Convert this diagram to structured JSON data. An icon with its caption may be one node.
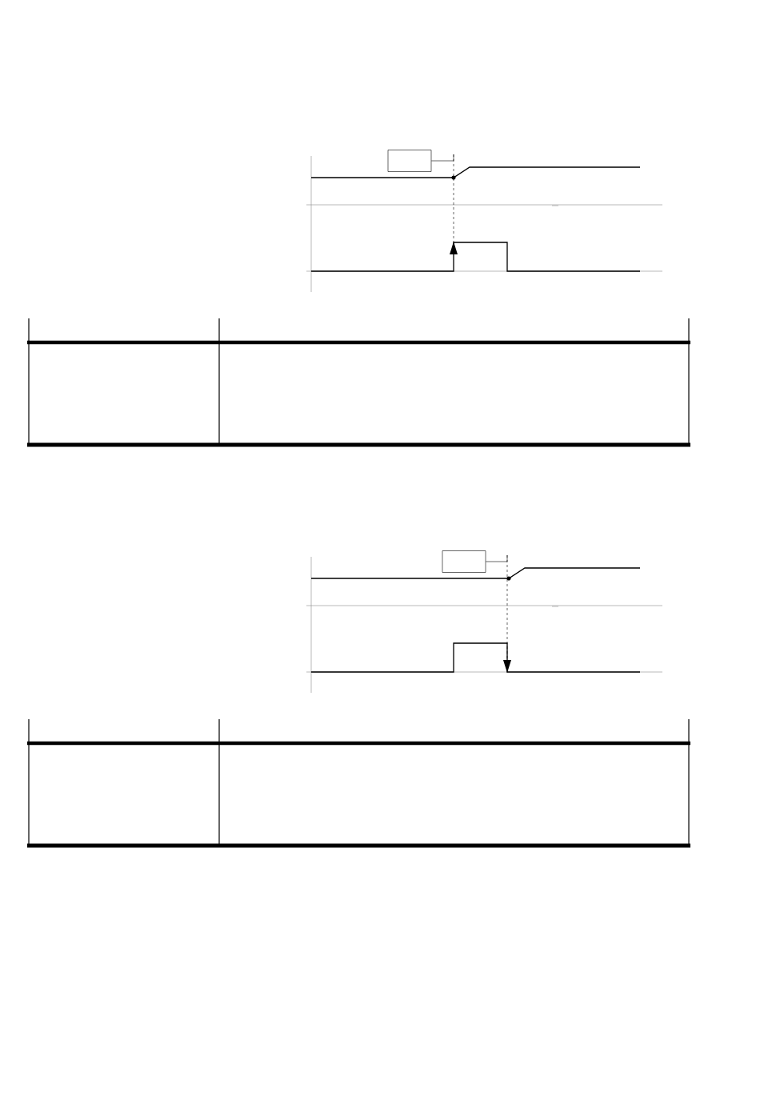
{
  "diagram": {
    "nodes": [
      {
        "text": [],
        "shape": "box"
      },
      {
        "text": [],
        "shape": "box"
      }
    ],
    "edges": [
      {
        "from": 0,
        "to": null,
        "arrow": "none"
      },
      {
        "from": 1,
        "to": null,
        "arrow": "none"
      }
    ]
  }
}
